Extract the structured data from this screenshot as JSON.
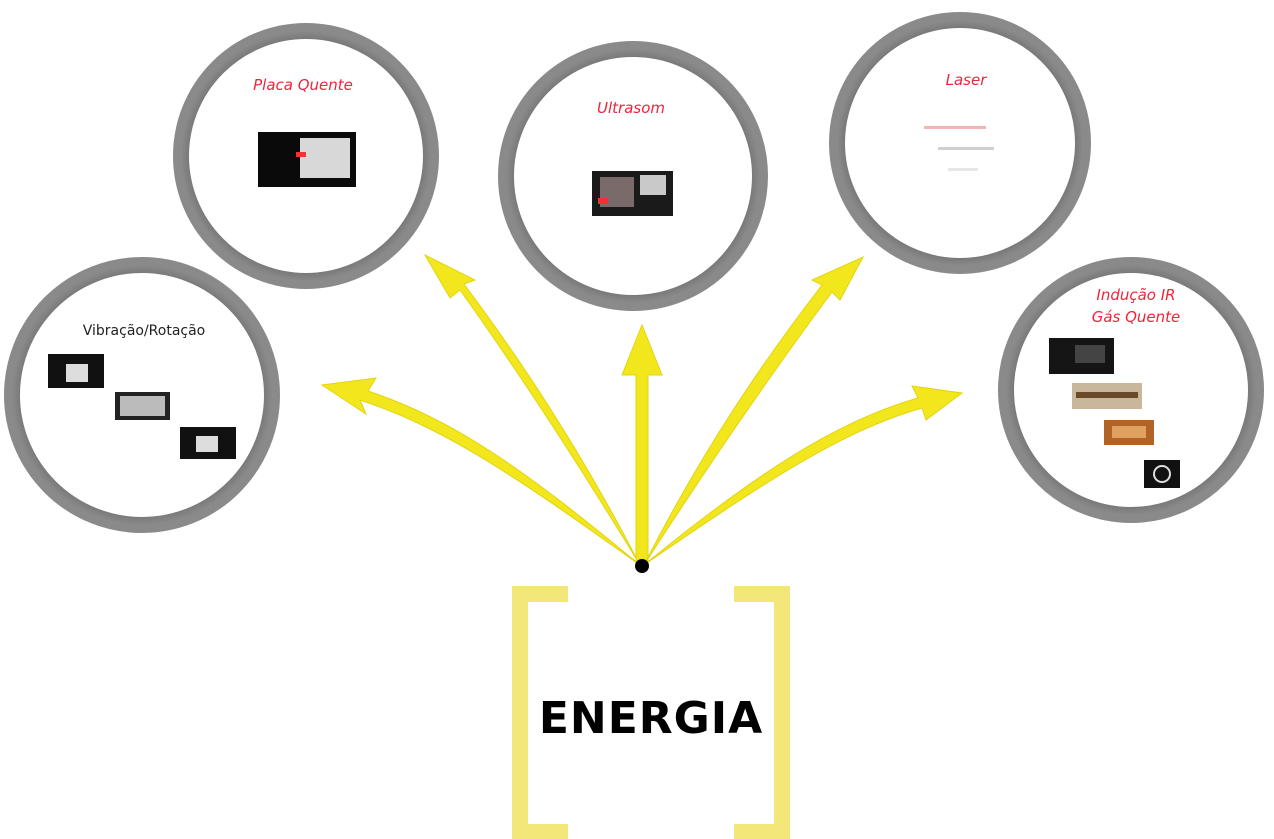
{
  "center": {
    "label": "ENERGIA"
  },
  "nodes": [
    {
      "id": "vibracao",
      "title_lines": [
        "Vibração/Rotação"
      ],
      "title_color": "dark"
    },
    {
      "id": "placa-quente",
      "title_lines": [
        "Placa Quente"
      ],
      "title_color": "red"
    },
    {
      "id": "ultrasom",
      "title_lines": [
        "Ultrasom"
      ],
      "title_color": "red"
    },
    {
      "id": "laser",
      "title_lines": [
        "Laser"
      ],
      "title_color": "red"
    },
    {
      "id": "inducao-ir-gas",
      "title_lines": [
        "Indução IR",
        "Gás Quente"
      ],
      "title_color": "red"
    }
  ],
  "colors": {
    "arrow": "#f2e61c",
    "bracket": "#f3e77a",
    "ring": "#6b6b6b",
    "title_red": "#f0243a"
  }
}
